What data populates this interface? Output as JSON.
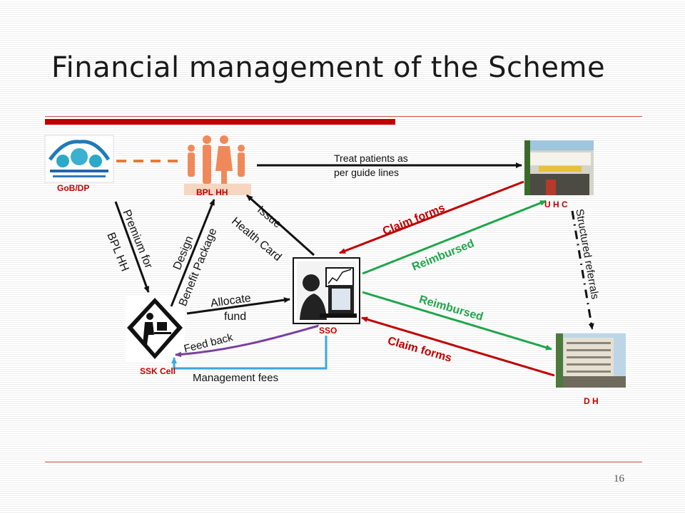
{
  "slide": {
    "title": "Financial management of the Scheme",
    "page_number": "16"
  },
  "nodes": {
    "gob_dp": "GoB/DP",
    "bpl_hh": "BPL HH",
    "uhc": "U H C",
    "sso": "SSO",
    "ssk_cell": "SSK Cell",
    "dh": "D H"
  },
  "edges": {
    "treat_patients": [
      "Treat patients as",
      "per guide lines"
    ],
    "premium_line1": "Premium for",
    "premium_line2": "BPL HH",
    "design_line1": "Design",
    "design_line2": "Benefit Package",
    "issue_line1": "Issue",
    "issue_line2": "Health Card",
    "allocate_line1": "Allocate",
    "allocate_line2": "fund",
    "feedback": "Feed back",
    "management_fees": "Management  fees",
    "claim_forms_uhc": "Claim forms",
    "reimbursed_uhc": "Reimbursed",
    "reimbursed_dh": "Reimbursed",
    "claim_forms_dh": "Claim forms",
    "structured_referrals": "Structured referrals"
  },
  "colors": {
    "accent_red": "#c00000",
    "green": "#1fa64a",
    "purple": "#7a3fa0",
    "blue": "#3aa8e0",
    "orange": "#e87a3c",
    "black": "#111111"
  }
}
